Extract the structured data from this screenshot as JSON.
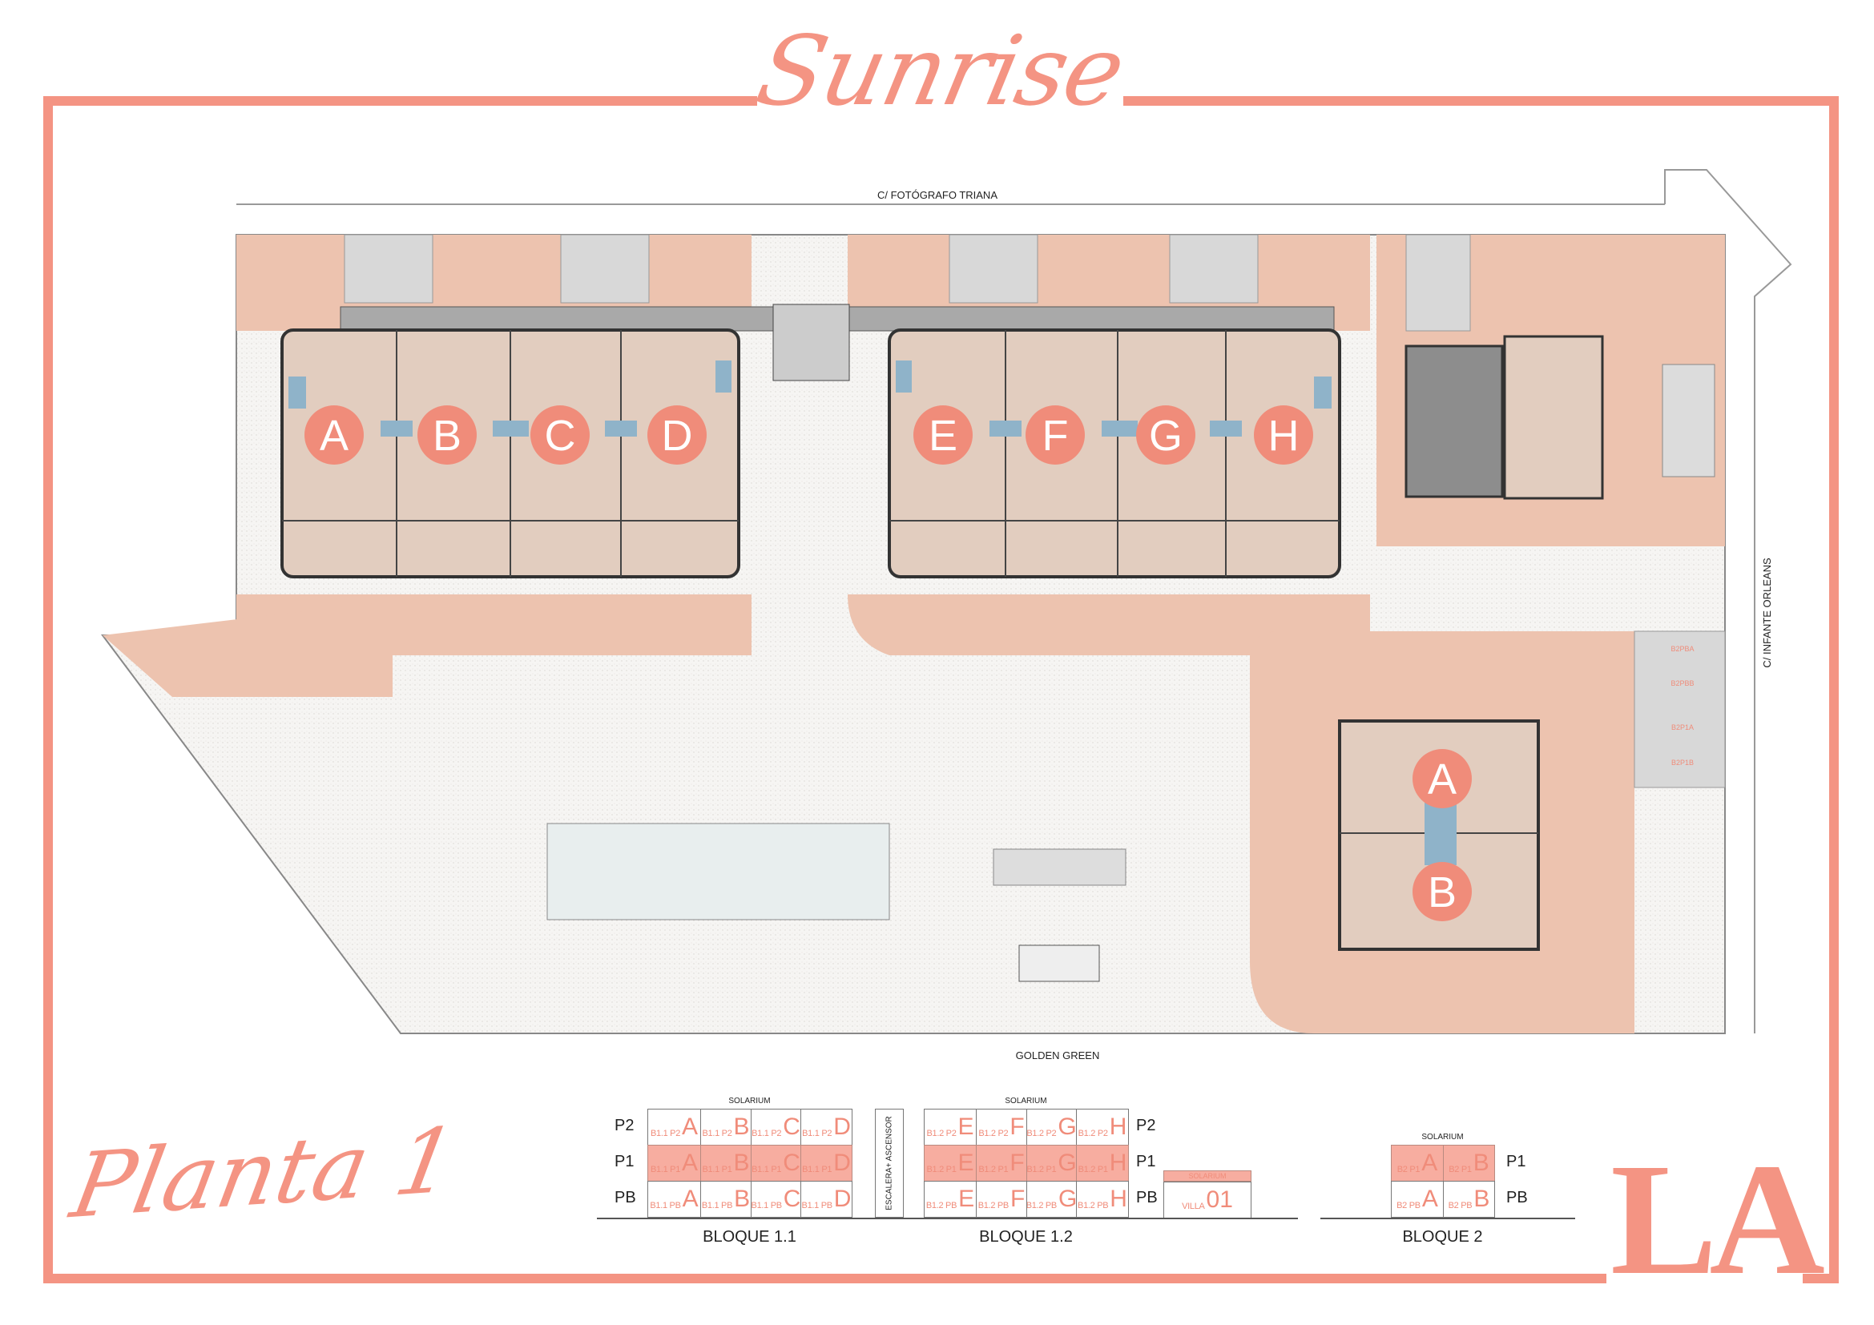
{
  "title": "Sunrise",
  "floor_label": "Planta 1",
  "logo": "LA",
  "streets": {
    "north": "C/ FOTÓGRAFO TRIANA",
    "east": "C/ INFANTE ORLEANS",
    "south": "GOLDEN GREEN"
  },
  "plan": {
    "block_1_1_units": [
      "A",
      "B",
      "C",
      "D"
    ],
    "block_1_2_units": [
      "E",
      "F",
      "G",
      "H"
    ],
    "block_2_units": [
      "A",
      "B"
    ],
    "parking_labels": [
      "B2PBA",
      "B2PBB",
      "B2P1A",
      "B2P1B"
    ]
  },
  "legend": {
    "solarium": "SOLARIUM",
    "stair_label": "ESCALERA+ ASCENSOR",
    "current_level": "P1",
    "bloque_1_1": {
      "name": "BLOQUE 1.1",
      "rows": [
        {
          "level": "P2",
          "cells": [
            {
              "code": "B1.1 P2",
              "unit": "A"
            },
            {
              "code": "B1.1 P2",
              "unit": "B"
            },
            {
              "code": "B1.1 P2",
              "unit": "C"
            },
            {
              "code": "B1.1 P2",
              "unit": "D"
            }
          ]
        },
        {
          "level": "P1",
          "cells": [
            {
              "code": "B1.1 P1",
              "unit": "A"
            },
            {
              "code": "B1.1 P1",
              "unit": "B"
            },
            {
              "code": "B1.1 P1",
              "unit": "C"
            },
            {
              "code": "B1.1 P1",
              "unit": "D"
            }
          ]
        },
        {
          "level": "PB",
          "cells": [
            {
              "code": "B1.1 PB",
              "unit": "A"
            },
            {
              "code": "B1.1 PB",
              "unit": "B"
            },
            {
              "code": "B1.1 PB",
              "unit": "C"
            },
            {
              "code": "B1.1 PB",
              "unit": "D"
            }
          ]
        }
      ]
    },
    "bloque_1_2": {
      "name": "BLOQUE 1.2",
      "rows": [
        {
          "level": "P2",
          "cells": [
            {
              "code": "B1.2 P2",
              "unit": "E"
            },
            {
              "code": "B1.2 P2",
              "unit": "F"
            },
            {
              "code": "B1.2 P2",
              "unit": "G"
            },
            {
              "code": "B1.2 P2",
              "unit": "H"
            }
          ]
        },
        {
          "level": "P1",
          "cells": [
            {
              "code": "B1.2 P1",
              "unit": "E"
            },
            {
              "code": "B1.2 P1",
              "unit": "F"
            },
            {
              "code": "B1.2 P1",
              "unit": "G"
            },
            {
              "code": "B1.2 P1",
              "unit": "H"
            }
          ]
        },
        {
          "level": "PB",
          "cells": [
            {
              "code": "B1.2 PB",
              "unit": "E"
            },
            {
              "code": "B1.2 PB",
              "unit": "F"
            },
            {
              "code": "B1.2 PB",
              "unit": "G"
            },
            {
              "code": "B1.2 PB",
              "unit": "H"
            }
          ]
        }
      ]
    },
    "villa": {
      "solarium": "SOLARIUM",
      "code": "VILLA",
      "unit": "01"
    },
    "bloque_2": {
      "name": "BLOQUE 2",
      "rows": [
        {
          "level": "P1",
          "cells": [
            {
              "code": "B2 P1",
              "unit": "A"
            },
            {
              "code": "B2 P1",
              "unit": "B"
            }
          ]
        },
        {
          "level": "PB",
          "cells": [
            {
              "code": "B2 PB",
              "unit": "A"
            },
            {
              "code": "B2 PB",
              "unit": "B"
            }
          ]
        }
      ]
    }
  },
  "colors": {
    "brand": "#F49483",
    "unit_marker": "#F08C7A",
    "current_floor_fill": "#F7ADA0",
    "garden": "#EDC3AF",
    "interior": "#E2CDBF",
    "bathroom": "#8FB3C9"
  }
}
